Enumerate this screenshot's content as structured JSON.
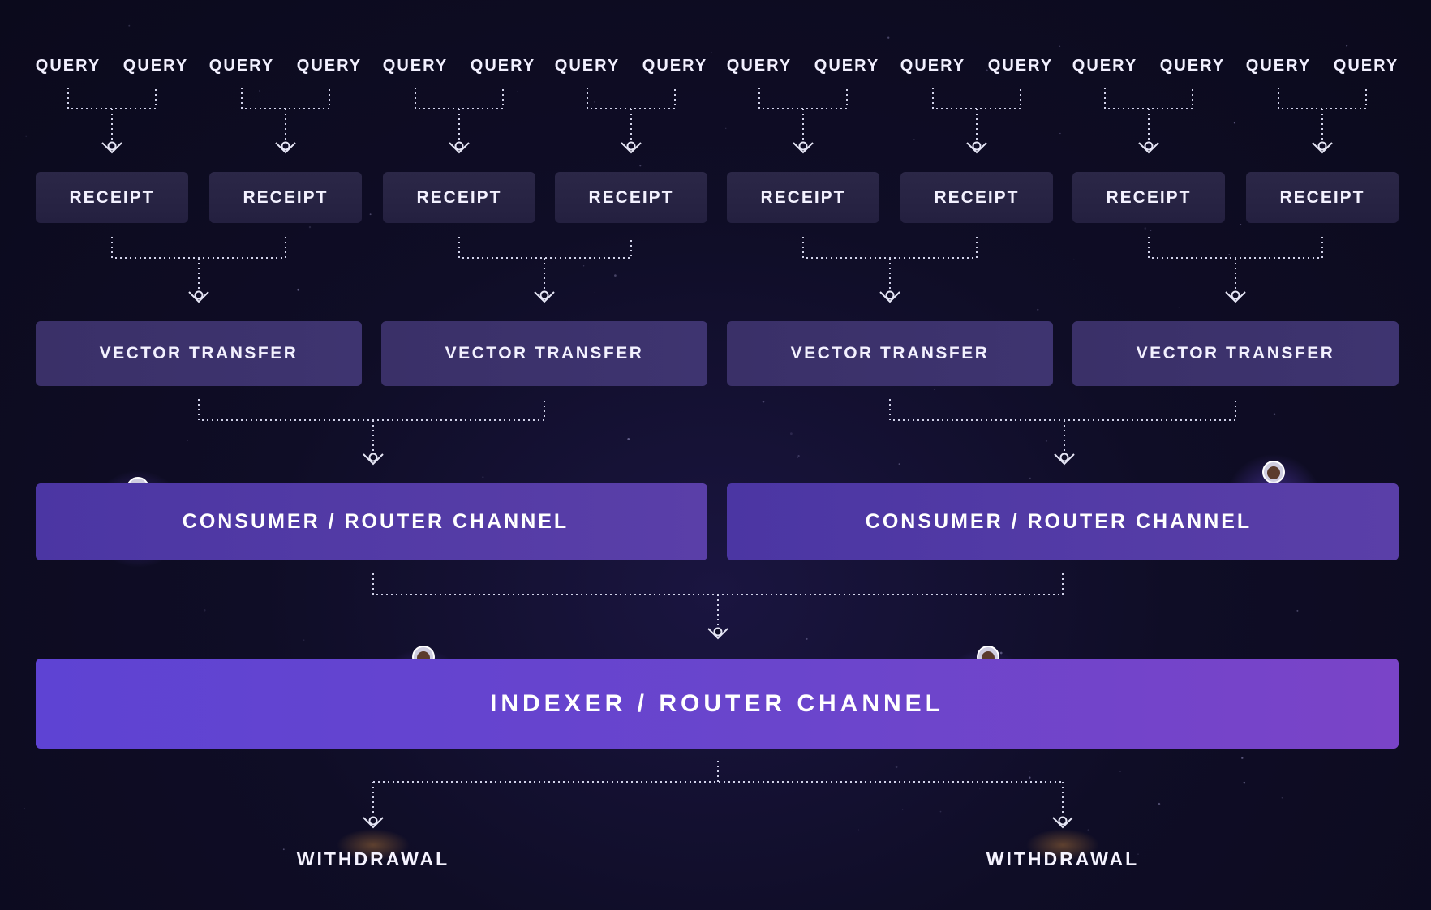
{
  "diagram": {
    "query_label": "QUERY",
    "receipt_label": "RECEIPT",
    "vector_transfer_label": "VECTOR TRANSFER",
    "consumer_channel_label": "CONSUMER / ROUTER CHANNEL",
    "indexer_channel_label": "INDEXER / ROUTER CHANNEL",
    "withdrawal_label": "WITHDRAWAL",
    "counts": {
      "queries": 16,
      "receipts": 8,
      "vector_transfers": 4,
      "consumer_channels": 2,
      "indexer_channels": 1,
      "withdrawals": 2
    },
    "colors": {
      "background": "#0d0b20",
      "receipt_box": "#29253f",
      "vector_box": "#3b316b",
      "consumer_box": "#5039a5",
      "indexer_box": "#6444d0",
      "connector": "#cfd0e6"
    },
    "icons": [
      "astronaut-icon",
      "jetpack-astronaut-icon"
    ]
  }
}
